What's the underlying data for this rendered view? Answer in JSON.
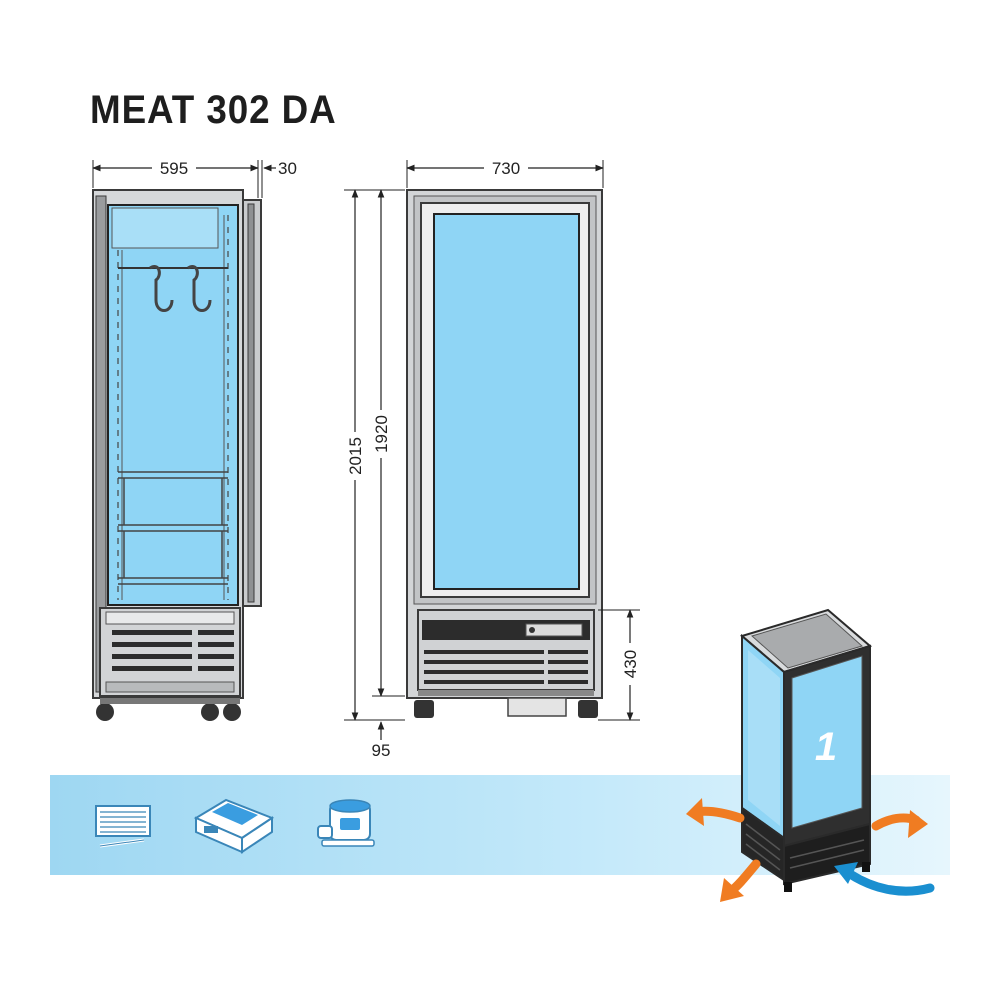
{
  "title": "MEAT 302 DA",
  "dimensions": {
    "side_width": "595",
    "door_depth": "30",
    "front_width": "730",
    "total_height": "2015",
    "body_height": "1920",
    "base_height": "430",
    "foot_height": "95"
  },
  "unit_badge_number": "1",
  "features": [
    {
      "icon": "evaporator-icon"
    },
    {
      "icon": "control-unit-icon"
    },
    {
      "icon": "compressor-icon"
    }
  ],
  "colors": {
    "glass": "#8fd5f5",
    "glass_light": "#bfe8fb",
    "frame": "#3a3a3a",
    "band": "#b9e3f6",
    "airflow_out": "#f07c22",
    "airflow_in": "#1a8fd0"
  }
}
